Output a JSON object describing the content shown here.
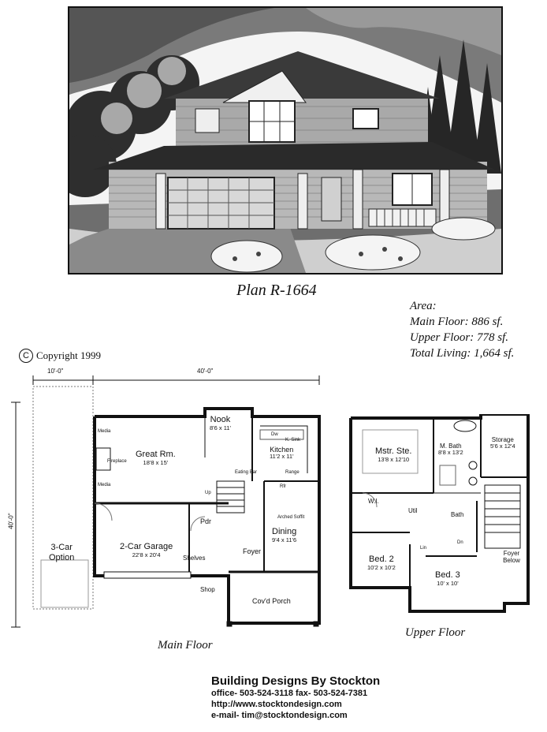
{
  "header": {
    "plan_title": "Plan R-1664"
  },
  "area": {
    "label": "Area:",
    "main": "Main Floor:  886 sf.",
    "upper": "Upper Floor:  778 sf.",
    "total": "Total Living:  1,664 sf."
  },
  "copyright": {
    "symbol": "C",
    "text": "Copyright 1999"
  },
  "main_floor": {
    "caption": "Main Floor",
    "dim_top_left": "10'-0\"",
    "dim_top_right": "40'-0\"",
    "dim_left": "40'-0\"",
    "rooms": {
      "nook": {
        "name": "Nook",
        "dims": "8'6 x 11'"
      },
      "great": {
        "name": "Great Rm.",
        "dims": "18'8 x 15'"
      },
      "kitchen": {
        "name": "Kitchen",
        "dims": "11'2 x 11'"
      },
      "garage": {
        "name": "2-Car Garage",
        "dims": "22'8 x 20'4"
      },
      "dining": {
        "name": "Dining",
        "dims": "9'4 x 11'6"
      },
      "option": {
        "name": "3-Car",
        "name2": "Option"
      },
      "porch": {
        "name": "Cov'd Porch"
      }
    },
    "labels": {
      "media1": "Media",
      "media2": "Media",
      "fireplace": "Fireplace",
      "eating_bar": "Eating Bar",
      "dw": "Dw",
      "sink": "K. Sink",
      "range": "Range",
      "up": "Up",
      "rf": "Rfr",
      "arched": "Arched Soffit",
      "pdr": "Pdr",
      "foyer": "Foyer",
      "shelves": "Shelves",
      "shop": "Shop"
    }
  },
  "upper_floor": {
    "caption": "Upper Floor",
    "rooms": {
      "master": {
        "name": "Mstr. Ste.",
        "dims": "13'8 x 12'10"
      },
      "mbath": {
        "name": "M. Bath",
        "dims": "8'8 x 13'2"
      },
      "storage": {
        "name": "Storage",
        "dims": "5'6 x 12'4"
      },
      "bed2": {
        "name": "Bed. 2",
        "dims": "10'2 x 10'2"
      },
      "bed3": {
        "name": "Bed. 3",
        "dims": "10' x 10'"
      }
    },
    "labels": {
      "wi": "W.I.",
      "util": "Util",
      "bath": "Bath",
      "dn": "Dn",
      "lin": "Lin",
      "foyer_below": "Foyer Below"
    }
  },
  "company": {
    "name": "Building Designs By Stockton",
    "phones": "office- 503-524-3118   fax- 503-524-7381",
    "url": "http://www.stocktondesign.com",
    "email": "e-mail-  tim@stocktondesign.com"
  }
}
